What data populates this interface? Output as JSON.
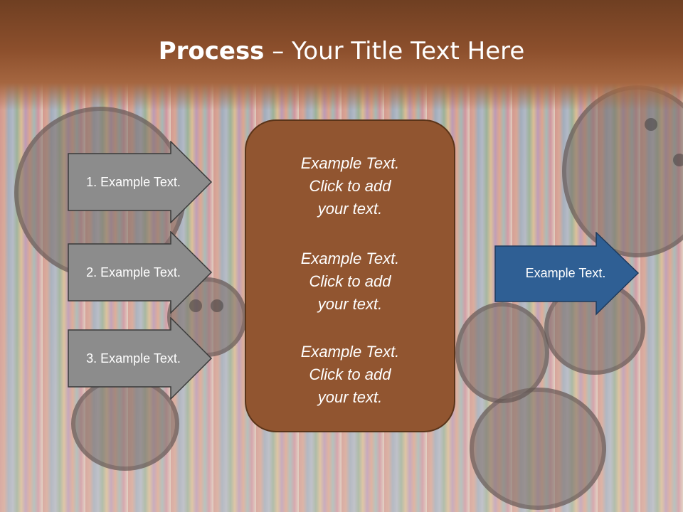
{
  "slide": {
    "title_bold": "Process",
    "title_rest": " – Your Title Text Here",
    "left_arrows": [
      {
        "label": "1. Example Text."
      },
      {
        "label": "2. Example Text."
      },
      {
        "label": "3. Example Text."
      }
    ],
    "center_items": [
      {
        "text": "Example Text.\nClick  to add\nyour text."
      },
      {
        "text": "Example Text.\nClick  to add\nyour text."
      },
      {
        "text": "Example Text.\nClick  to add\nyour text."
      }
    ],
    "right_arrow": {
      "label": "Example Text."
    }
  },
  "colors": {
    "header": "#8c4f2c",
    "center_box": "#915530",
    "gray_arrow": "#8c8c8c",
    "blue_arrow": "#2f5f94"
  }
}
